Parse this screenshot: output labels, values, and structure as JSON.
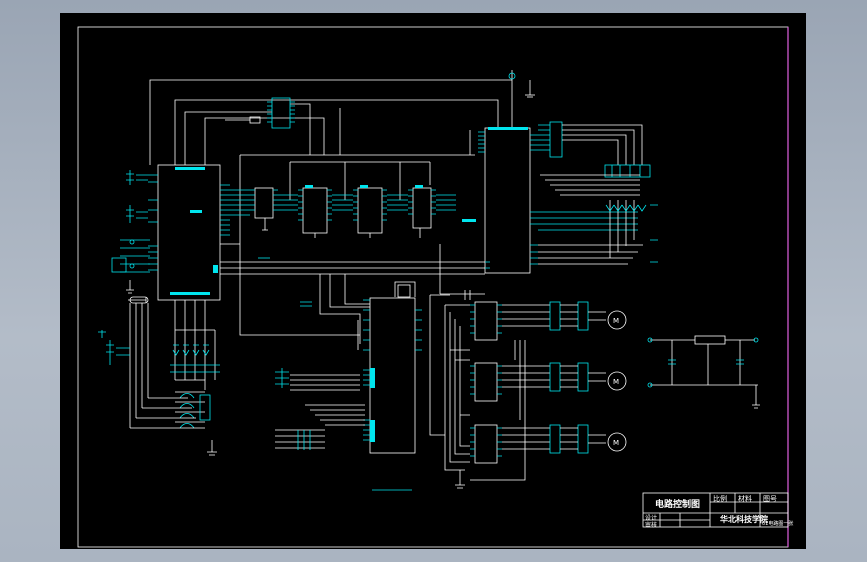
{
  "title_block": {
    "drawing_title": "电路控制图",
    "header_cells": [
      "比例",
      "材料",
      "图号"
    ],
    "school": "华北科技学院",
    "designer_role": "设计",
    "reviewer_role": "审核",
    "drawing_no": "01电路图一张"
  },
  "colors": {
    "sheet": "#000000",
    "line": "#ffffff",
    "component": "#00e5ee",
    "border": "#e060e0",
    "viewport": "#a9b3c1"
  }
}
